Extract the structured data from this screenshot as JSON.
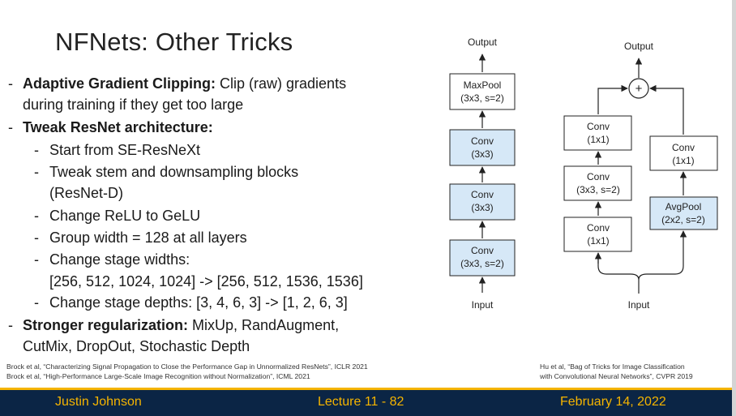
{
  "slide": {
    "title": "NFNets: Other Tricks",
    "bullets": [
      {
        "bold": "Adaptive Gradient Clipping:",
        "text": " Clip (raw) gradients"
      },
      {
        "text": "during training if they get too large"
      },
      {
        "bold": "Tweak ResNet architecture:",
        "text": ""
      },
      {
        "text": "Start from SE-ResNeXt"
      },
      {
        "text": "Tweak stem and downsampling blocks"
      },
      {
        "text": "(ResNet-D)"
      },
      {
        "text": "Change ReLU to GeLU"
      },
      {
        "text": "Group width = 128 at all layers"
      },
      {
        "text": "Change stage widths:"
      },
      {
        "text": "[256, 512, 1024, 1024] -> [256, 512, 1536, 1536]"
      },
      {
        "text": "Change stage depths: [3, 4, 6, 3] -> [1, 2, 6, 3]"
      },
      {
        "bold": "Stronger regularization:",
        "text": " MixUp, RandAugment,"
      },
      {
        "text": "CutMix, DropOut, Stochastic Depth"
      }
    ],
    "references_left": [
      "Brock et al, “Characterizing Signal Propagation to Close the Performance Gap in Unnormalized ResNets”, ICLR 2021",
      "Brock et al, “High-Performance Large-Scale Image Recognition without Normalization”, ICML 2021"
    ],
    "references_right": [
      "Hu et al, “Bag of Tricks for Image Classification",
      "with Convolutional Neural Networks”, CVPR 2019"
    ]
  },
  "diagram_left": {
    "output": "Output",
    "input": "Input",
    "blocks": [
      {
        "line1": "MaxPool",
        "line2": "(3x3, s=2)"
      },
      {
        "line1": "Conv",
        "line2": "(3x3)"
      },
      {
        "line1": "Conv",
        "line2": "(3x3)"
      },
      {
        "line1": "Conv",
        "line2": "(3x3, s=2)"
      }
    ]
  },
  "diagram_right": {
    "output": "Output",
    "input": "Input",
    "plus": "+",
    "main_path": [
      {
        "line1": "Conv",
        "line2": "(1x1)"
      },
      {
        "line1": "Conv",
        "line2": "(3x3, s=2)"
      },
      {
        "line1": "Conv",
        "line2": "(1x1)"
      }
    ],
    "shortcut_path": [
      {
        "line1": "Conv",
        "line2": "(1x1)"
      },
      {
        "line1": "AvgPool",
        "line2": "(2x2, s=2)"
      }
    ]
  },
  "footer": {
    "presenter": "Justin Johnson",
    "lecture": "Lecture 11 - 82",
    "date": "February 14, 2022"
  },
  "colors": {
    "footer_bg": "#0b2545",
    "footer_text": "#f5b400",
    "highlight_block": "#d6e8f7"
  }
}
